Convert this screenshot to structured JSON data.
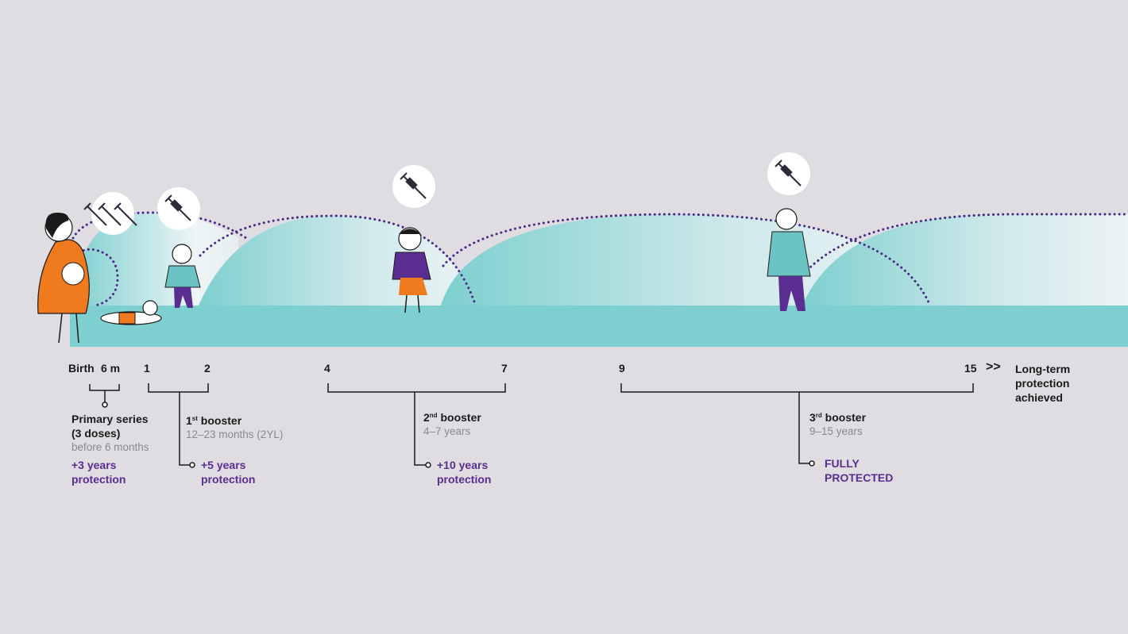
{
  "colors": {
    "background": "#dfdde2",
    "ground": "#7ecfcf",
    "dots": "#4a2a88",
    "purple_text": "#5a2d91",
    "orange": "#f07a1e"
  },
  "ticks": {
    "birth": "Birth",
    "six_m": "6 m",
    "t1": "1",
    "t2": "2",
    "t4": "4",
    "t7": "7",
    "t9": "9",
    "t15": "15",
    "arrow": ">>"
  },
  "end_label": [
    "Long-term",
    "protection",
    "achieved"
  ],
  "primary": {
    "title_line1": "Primary series",
    "title_line2": "(3 doses)",
    "subtitle": "before 6 months",
    "protection_line1": "+3 years",
    "protection_line2": "protection"
  },
  "booster1": {
    "num": "1",
    "sup": "st",
    "title": " booster",
    "subtitle": "12–23 months (2YL)",
    "protection_line1": "+5 years",
    "protection_line2": "protection"
  },
  "booster2": {
    "num": "2",
    "sup": "nd",
    "title": " booster",
    "subtitle": "4–7 years",
    "protection_line1": "+10 years",
    "protection_line2": "protection"
  },
  "booster3": {
    "num": "3",
    "sup": "rd",
    "title": " booster",
    "subtitle": "9–15 years",
    "protection_line1": "FULLY",
    "protection_line2": "PROTECTED"
  },
  "icons": {
    "syringe": "syringe-icon",
    "bracket": "bracket-icon"
  }
}
